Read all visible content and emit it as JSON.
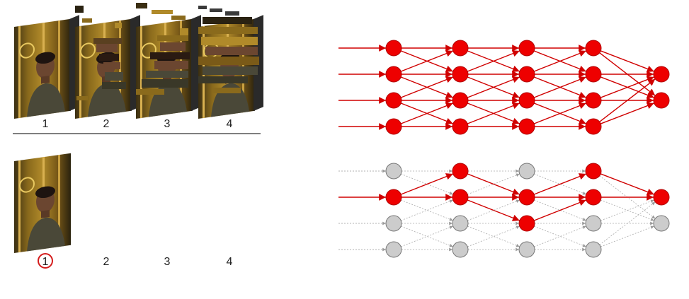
{
  "frames_panel": {
    "top_row_labels": [
      "1",
      "2",
      "3",
      "4"
    ],
    "bottom_row_labels": [
      "1",
      "2",
      "3",
      "4"
    ],
    "highlighted_bottom_label": "1",
    "highlight_color": "#d41c1c"
  },
  "network_panel": {
    "active_color": "#ee0000",
    "active_stroke": "#b00000",
    "inactive_color": "#cccccc",
    "inactive_stroke": "#777777",
    "top_network": {
      "layers": [
        4,
        4,
        4,
        4,
        2
      ],
      "active": [
        [
          1,
          1,
          1,
          1
        ],
        [
          1,
          1,
          1,
          1
        ],
        [
          1,
          1,
          1,
          1
        ],
        [
          1,
          1,
          1,
          1
        ],
        [
          1,
          1
        ]
      ]
    },
    "bottom_network": {
      "layers": [
        4,
        4,
        4,
        4,
        2
      ],
      "active": [
        [
          0,
          1,
          0,
          0
        ],
        [
          1,
          1,
          0,
          0
        ],
        [
          0,
          1,
          1,
          0
        ],
        [
          1,
          1,
          0,
          0
        ],
        [
          1,
          0
        ]
      ]
    }
  }
}
